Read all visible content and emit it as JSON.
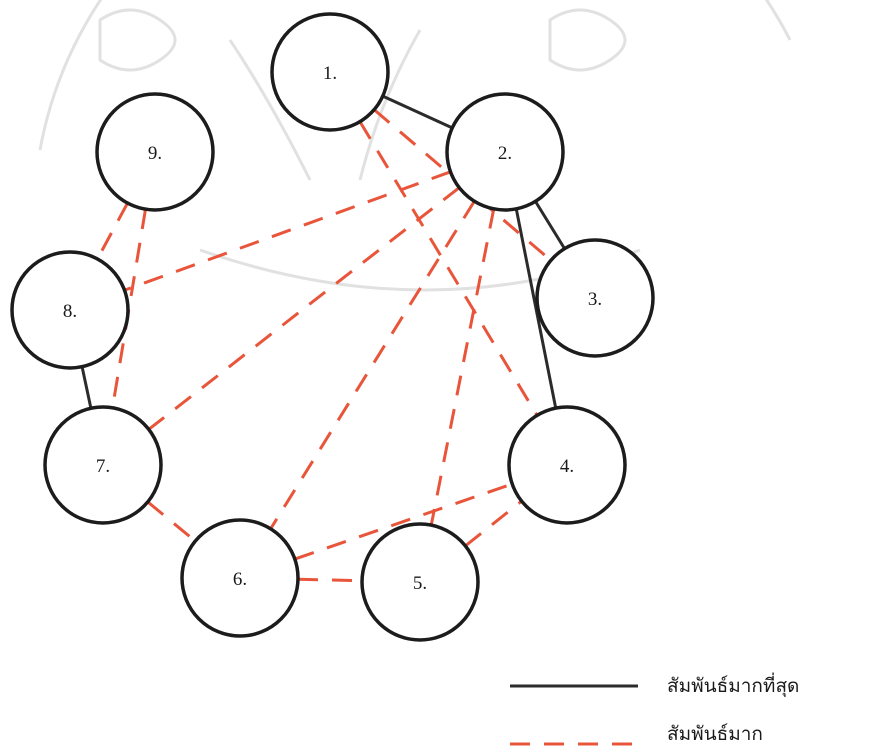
{
  "diagram": {
    "nodes": [
      {
        "id": "1",
        "label": "1."
      },
      {
        "id": "2",
        "label": "2."
      },
      {
        "id": "3",
        "label": "3."
      },
      {
        "id": "4",
        "label": "4."
      },
      {
        "id": "5",
        "label": "5."
      },
      {
        "id": "6",
        "label": "6."
      },
      {
        "id": "7",
        "label": "7."
      },
      {
        "id": "8",
        "label": "8."
      },
      {
        "id": "9",
        "label": "9."
      }
    ],
    "edges": [
      {
        "from": "1",
        "to": "2",
        "type": "strongest"
      },
      {
        "from": "2",
        "to": "3",
        "type": "strongest"
      },
      {
        "from": "2",
        "to": "4",
        "type": "strongest"
      },
      {
        "from": "7",
        "to": "8",
        "type": "strongest"
      },
      {
        "from": "1",
        "to": "3",
        "type": "strong"
      },
      {
        "from": "1",
        "to": "4",
        "type": "strong"
      },
      {
        "from": "2",
        "to": "8",
        "type": "strong"
      },
      {
        "from": "2",
        "to": "7",
        "type": "strong"
      },
      {
        "from": "2",
        "to": "6",
        "type": "strong"
      },
      {
        "from": "2",
        "to": "5",
        "type": "strong"
      },
      {
        "from": "9",
        "to": "8",
        "type": "strong"
      },
      {
        "from": "9",
        "to": "7",
        "type": "strong"
      },
      {
        "from": "7",
        "to": "6",
        "type": "strong"
      },
      {
        "from": "6",
        "to": "5",
        "type": "strong"
      },
      {
        "from": "6",
        "to": "4",
        "type": "strong"
      },
      {
        "from": "5",
        "to": "4",
        "type": "strong"
      }
    ]
  },
  "legend": {
    "strongest_label": "สัมพันธ์มากที่สุด",
    "strong_label": "สัมพันธ์มาก"
  },
  "colors": {
    "strongest_line": "#2b2b2b",
    "strong_line": "#e8553a",
    "node_stroke": "#1c1c1c"
  }
}
